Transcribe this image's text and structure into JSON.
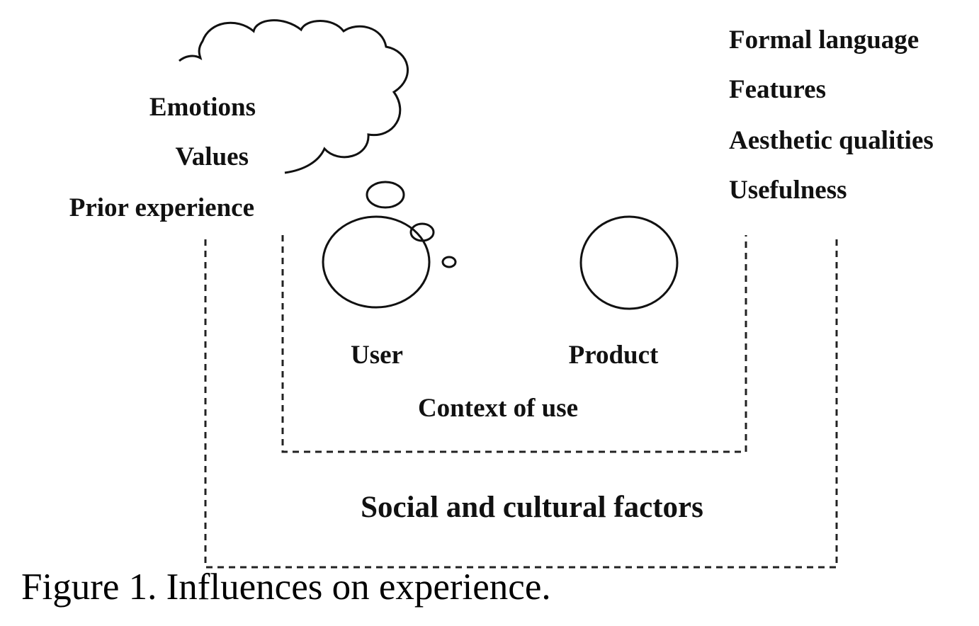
{
  "diagram": {
    "user_attributes": [
      "Emotions",
      "Values",
      "Prior experience"
    ],
    "product_attributes": [
      "Formal language",
      "Features",
      "Aesthetic qualities",
      "Usefulness"
    ],
    "user_label": "User",
    "product_label": "Product",
    "context_label": "Context of use",
    "social_label": "Social and cultural factors"
  },
  "caption": "Figure 1. Influences on experience."
}
